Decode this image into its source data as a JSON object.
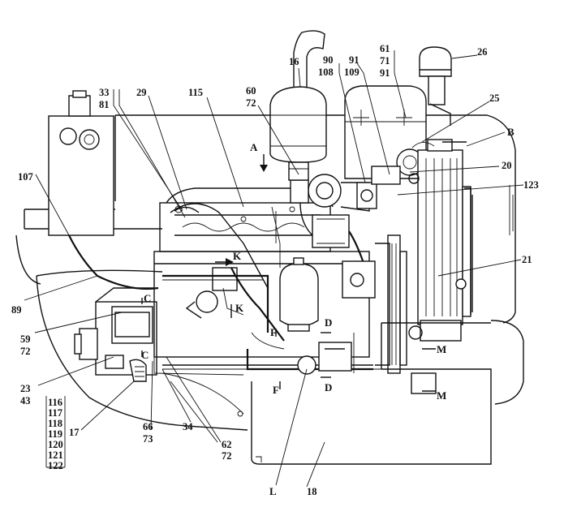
{
  "labels": {
    "l16": "16",
    "l26": "26",
    "l25": "25",
    "l29": "29",
    "l115": "115",
    "l60": "60",
    "l72a": "72",
    "l90": "90",
    "l108": "108",
    "l91a": "91",
    "l109": "109",
    "l61": "61",
    "l71": "71",
    "l91b": "91",
    "l33": "33",
    "l81": "81",
    "l107": "107",
    "l89": "89",
    "l59": "59",
    "l72b": "72",
    "l23": "23",
    "l43": "43",
    "l17": "17",
    "l66": "66",
    "l73": "73",
    "l34": "34",
    "l62": "62",
    "l72c": "72",
    "l18": "18",
    "l20": "20",
    "l123": "123",
    "l21": "21",
    "group": [
      "116",
      "117",
      "118",
      "119",
      "120",
      "121",
      "122"
    ]
  },
  "letters": {
    "A": "A",
    "B": "B",
    "K1": "K",
    "K2": "K",
    "C1": "C",
    "C2": "C",
    "D1": "D",
    "D2": "D",
    "F1": "F",
    "F2": "F",
    "M1": "M",
    "M2": "M",
    "L": "L"
  }
}
